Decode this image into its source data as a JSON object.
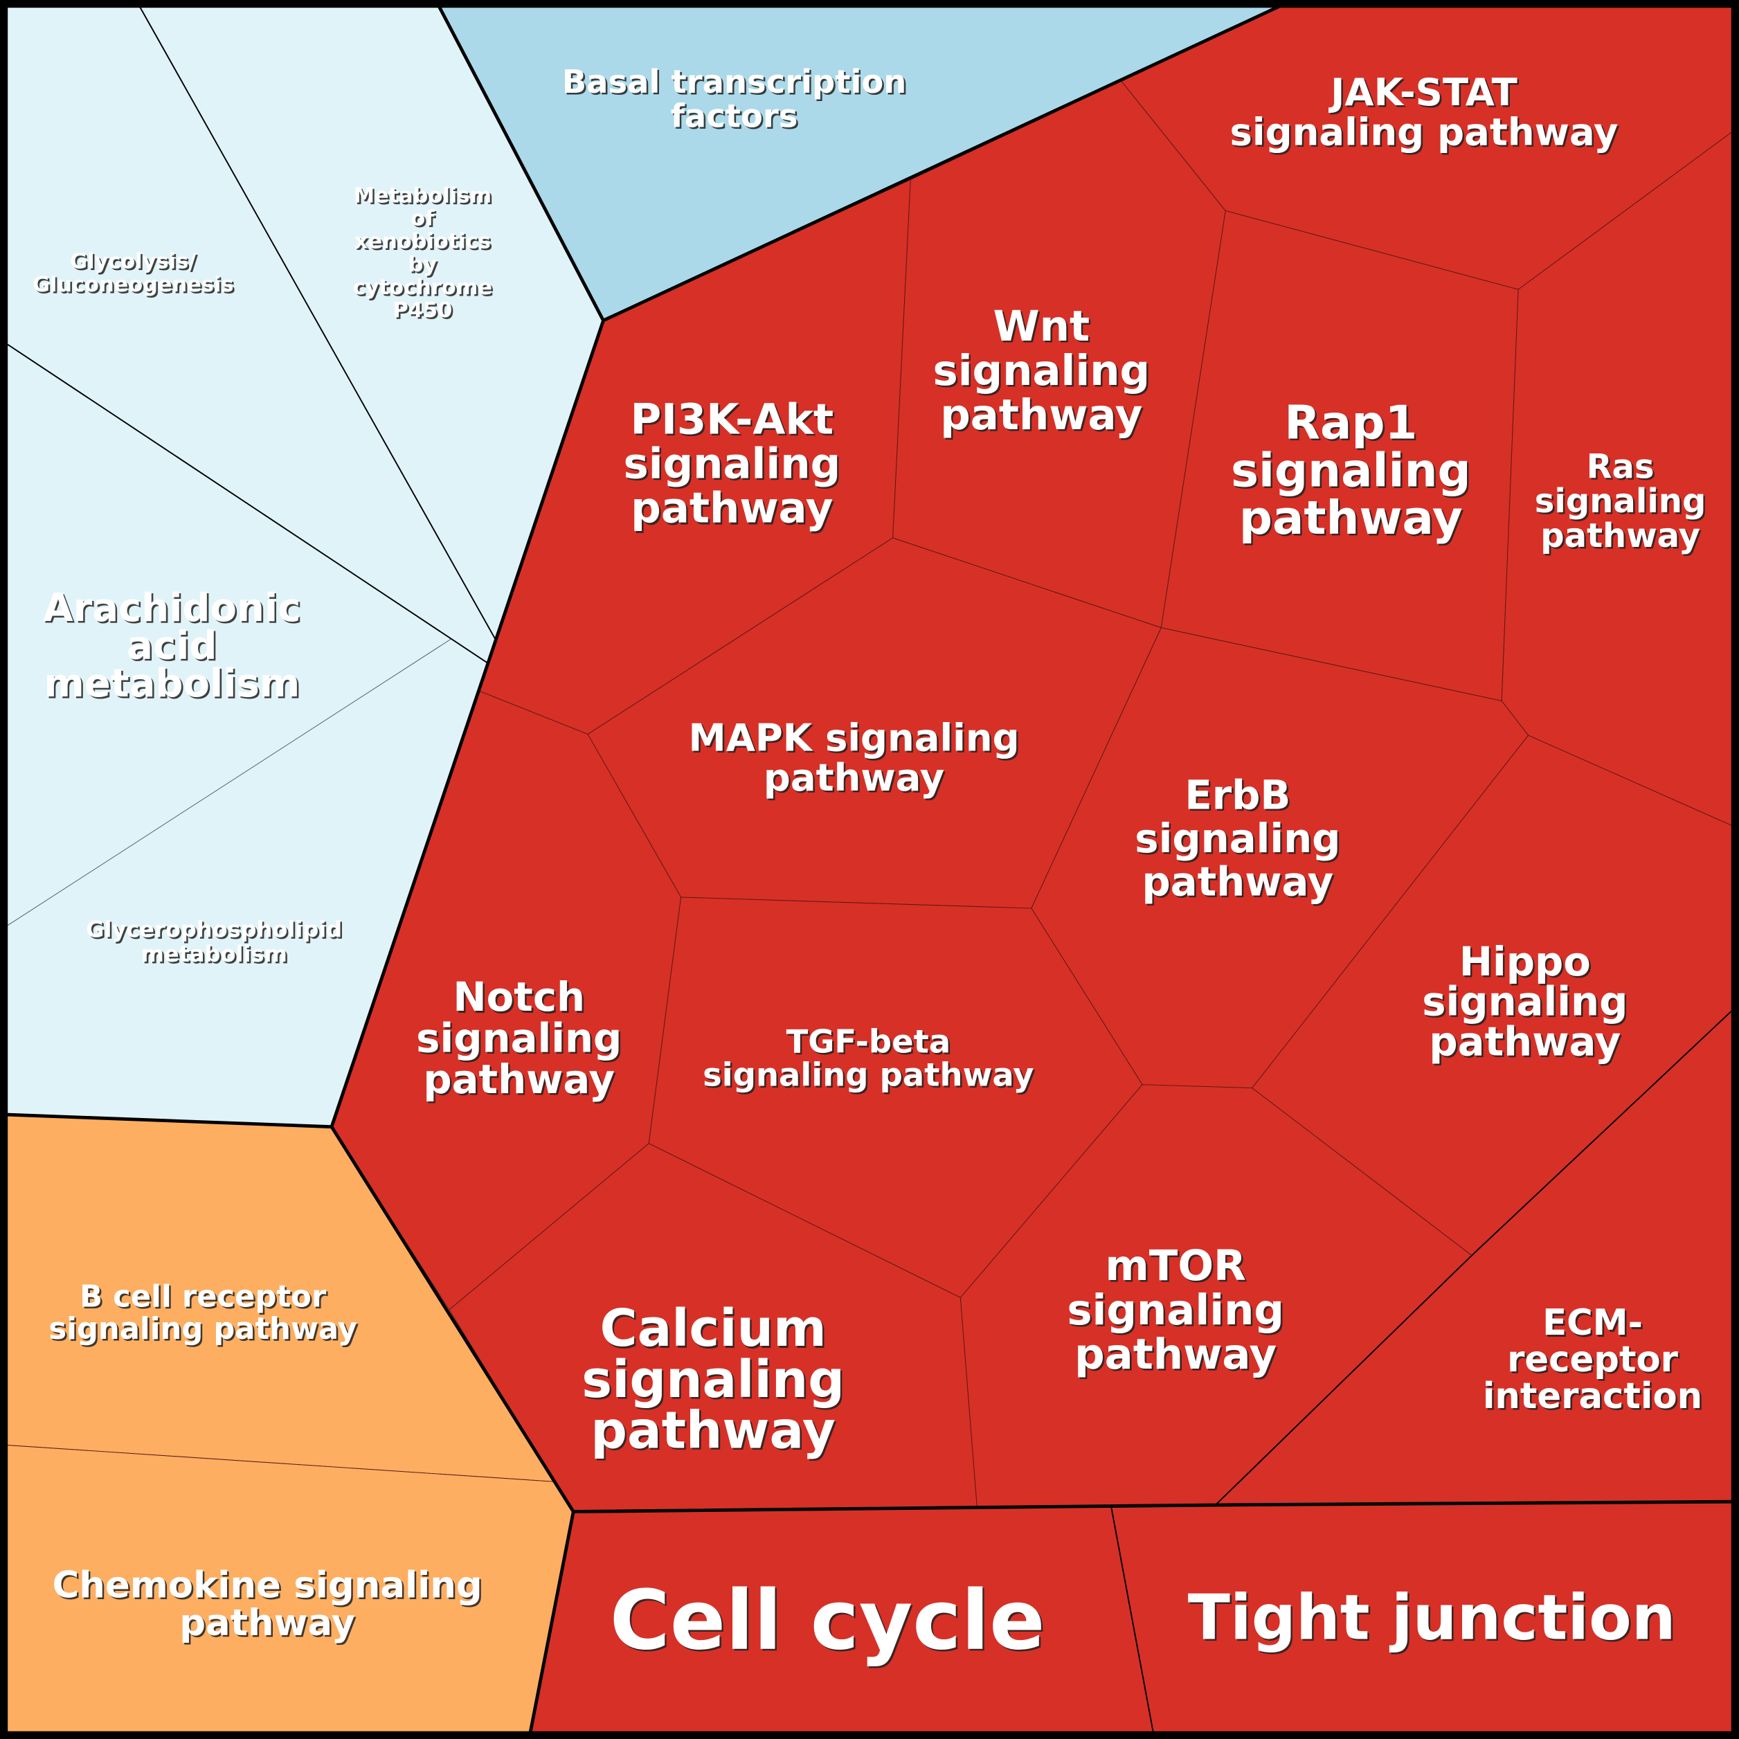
{
  "title": "Voronoi treemap of KEGG pathways",
  "groups": [
    {
      "id": "metabolism",
      "color": "#e0f3f8"
    },
    {
      "id": "transcription",
      "color": "#abd9e9"
    },
    {
      "id": "signaling",
      "color": "#d73027"
    },
    {
      "id": "immune",
      "color": "#fdae61"
    }
  ],
  "cells": [
    {
      "id": "glycolysis",
      "group": "metabolism",
      "label": [
        "Glycolysis/",
        "Gluconeogenesis"
      ]
    },
    {
      "id": "xenobiotics",
      "group": "metabolism",
      "label": [
        "Metabolism",
        "of",
        "xenobiotics",
        "by",
        "cytochrome",
        "P450"
      ]
    },
    {
      "id": "arachidonic",
      "group": "metabolism",
      "label": [
        "Arachidonic",
        "acid",
        "metabolism"
      ]
    },
    {
      "id": "glycerophospholipid",
      "group": "metabolism",
      "label": [
        "Glycerophospholipid",
        "metabolism"
      ]
    },
    {
      "id": "basal-transcription",
      "group": "transcription",
      "label": [
        "Basal transcription",
        "factors"
      ]
    },
    {
      "id": "pi3k-akt",
      "group": "signaling",
      "label": [
        "PI3K-Akt",
        "signaling",
        "pathway"
      ]
    },
    {
      "id": "wnt",
      "group": "signaling",
      "label": [
        "Wnt",
        "signaling",
        "pathway"
      ]
    },
    {
      "id": "jak-stat",
      "group": "signaling",
      "label": [
        "JAK-STAT",
        "signaling pathway"
      ]
    },
    {
      "id": "rap1",
      "group": "signaling",
      "label": [
        "Rap1",
        "signaling",
        "pathway"
      ]
    },
    {
      "id": "ras",
      "group": "signaling",
      "label": [
        "Ras",
        "signaling",
        "pathway"
      ]
    },
    {
      "id": "mapk",
      "group": "signaling",
      "label": [
        "MAPK signaling",
        "pathway"
      ]
    },
    {
      "id": "erbb",
      "group": "signaling",
      "label": [
        "ErbB",
        "signaling",
        "pathway"
      ]
    },
    {
      "id": "hippo",
      "group": "signaling",
      "label": [
        "Hippo",
        "signaling",
        "pathway"
      ]
    },
    {
      "id": "notch",
      "group": "signaling",
      "label": [
        "Notch",
        "signaling",
        "pathway"
      ]
    },
    {
      "id": "tgf-beta",
      "group": "signaling",
      "label": [
        "TGF-beta",
        "signaling pathway"
      ]
    },
    {
      "id": "calcium",
      "group": "signaling",
      "label": [
        "Calcium",
        "signaling",
        "pathway"
      ]
    },
    {
      "id": "mtor",
      "group": "signaling",
      "label": [
        "mTOR",
        "signaling",
        "pathway"
      ]
    },
    {
      "id": "ecm-receptor",
      "group": "signaling",
      "label": [
        "ECM-",
        "receptor",
        "interaction"
      ]
    },
    {
      "id": "cell-cycle",
      "group": "signaling",
      "label": [
        "Cell cycle"
      ]
    },
    {
      "id": "tight-junction",
      "group": "signaling",
      "label": [
        "Tight junction"
      ]
    },
    {
      "id": "b-cell-receptor",
      "group": "immune",
      "label": [
        "B cell receptor",
        "signaling pathway"
      ]
    },
    {
      "id": "chemokine",
      "group": "immune",
      "label": [
        "Chemokine signaling",
        "pathway"
      ]
    }
  ]
}
